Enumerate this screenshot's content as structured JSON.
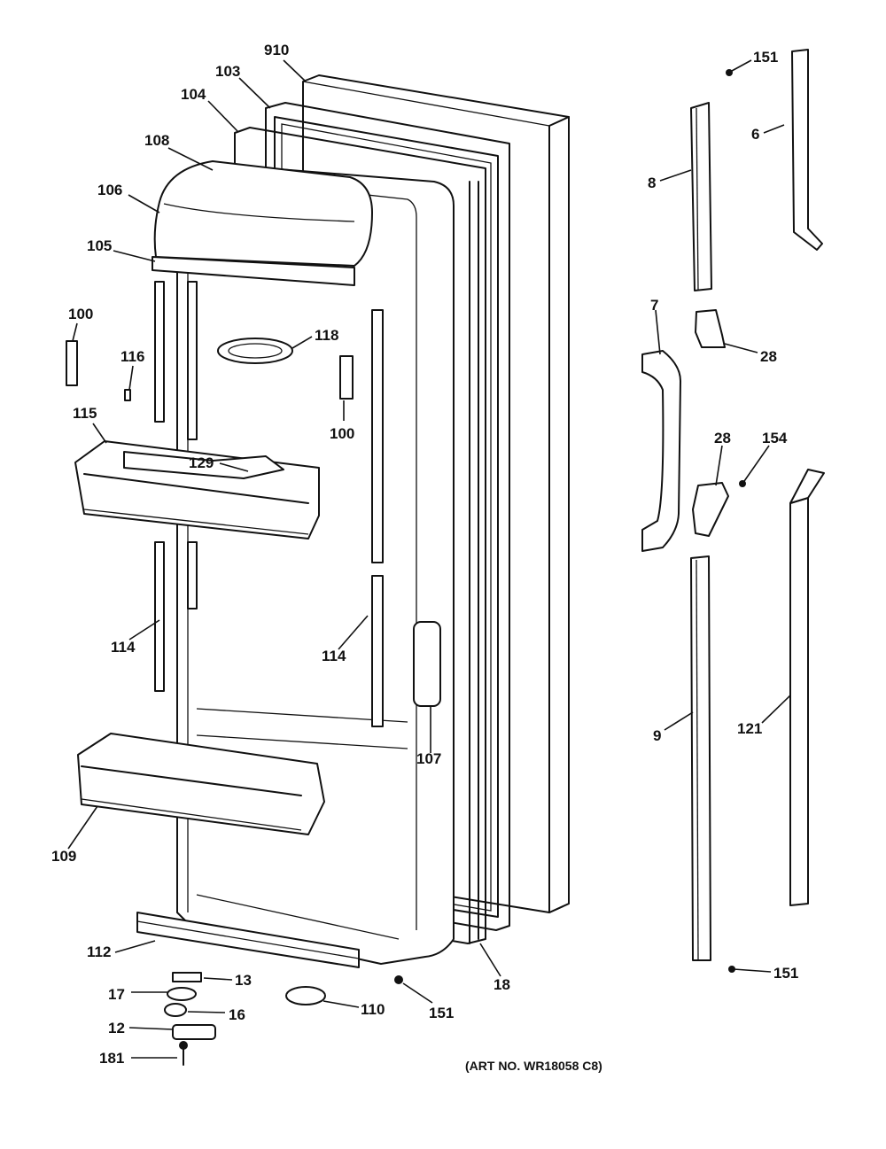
{
  "diagram": {
    "art_number": "(ART NO. WR18058 C8)",
    "callouts": {
      "c910": "910",
      "c103": "103",
      "c104": "104",
      "c108": "108",
      "c106": "106",
      "c105": "105",
      "c100a": "100",
      "c116": "116",
      "c118": "118",
      "c100b": "100",
      "c115": "115",
      "c129": "129",
      "c114a": "114",
      "c114b": "114",
      "c107": "107",
      "c109": "109",
      "c112": "112",
      "c13": "13",
      "c17": "17",
      "c16": "16",
      "c12": "12",
      "c181": "181",
      "c110": "110",
      "c151a": "151",
      "c18": "18",
      "c151b": "151",
      "c6": "6",
      "c8": "8",
      "c7": "7",
      "c28a": "28",
      "c28b": "28",
      "c154": "154",
      "c9": "9",
      "c121": "121",
      "c151c": "151"
    }
  }
}
